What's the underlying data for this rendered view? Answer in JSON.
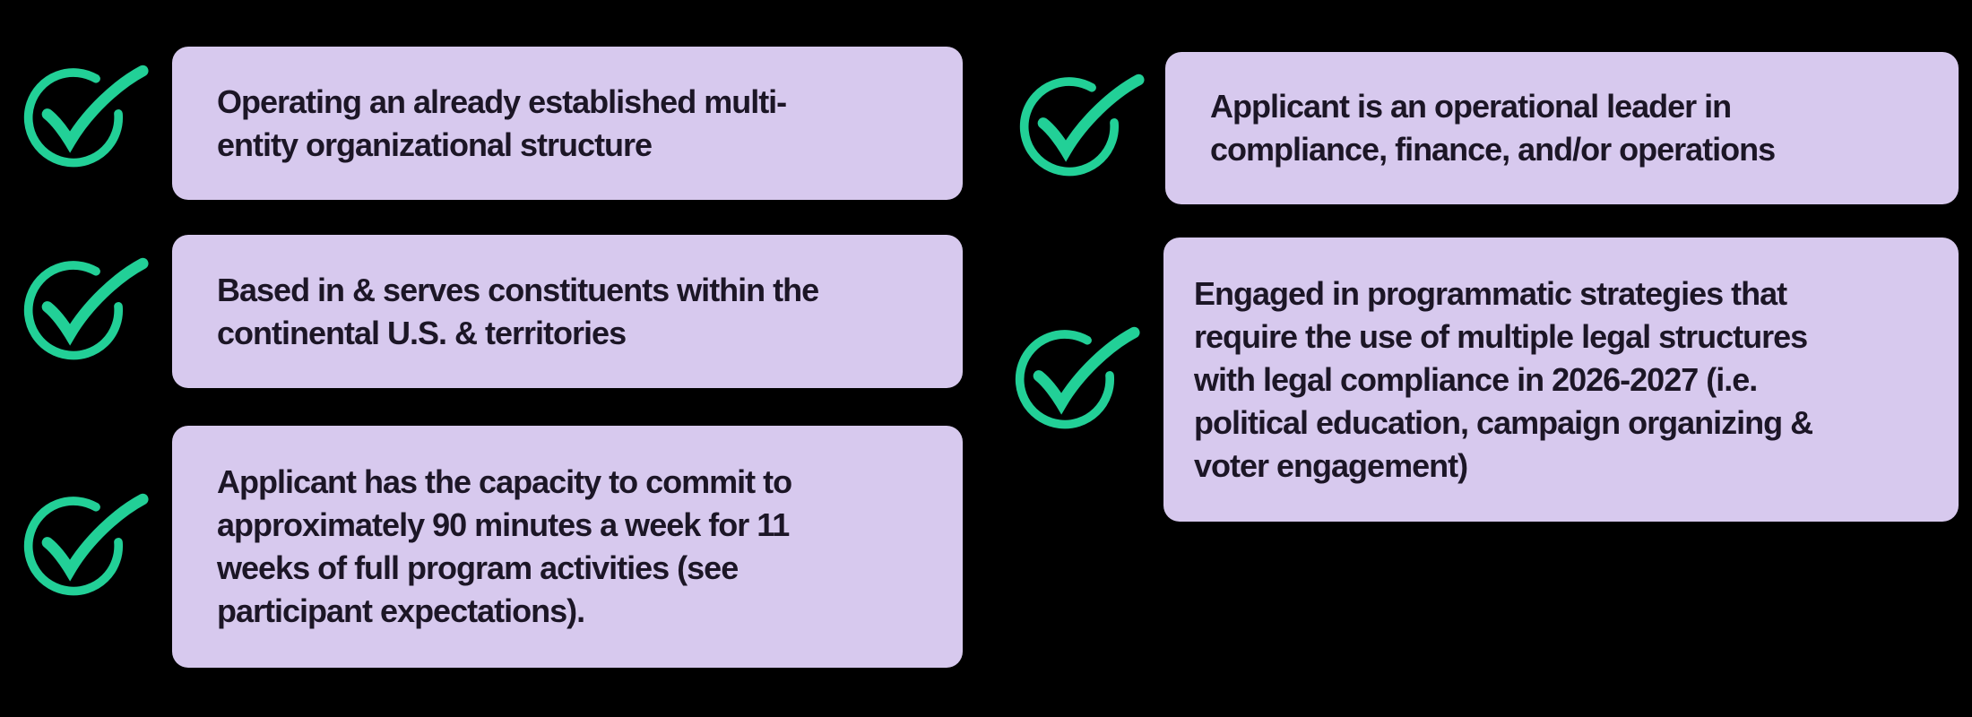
{
  "colors": {
    "canvas_bg": "#000000",
    "card_bg": "#D7C9EE",
    "check_green": "#22D097",
    "text_color": "#1C1626"
  },
  "checklist": {
    "items": [
      {
        "id": "multi-entity-structure",
        "icon": "check-circle-icon",
        "text": "Operating an already established multi-\nentity organizational structure"
      },
      {
        "id": "us-based",
        "icon": "check-circle-icon",
        "text": "Based in & serves constituents within the\ncontinental U.S. & territories"
      },
      {
        "id": "time-commitment",
        "icon": "check-circle-icon",
        "text": "Applicant has the capacity to commit to\napproximately 90 minutes a week for 11\nweeks of full program activities (see\nparticipant expectations)."
      },
      {
        "id": "operational-leader",
        "icon": "check-circle-icon",
        "text": "Applicant is an operational leader in\ncompliance, finance, and/or operations"
      },
      {
        "id": "programmatic-strategies",
        "icon": "check-circle-icon",
        "text": "Engaged in programmatic strategies that\nrequire the use of multiple legal structures\nwith legal compliance in 2026-2027 (i.e.\npolitical education, campaign organizing &\nvoter engagement)"
      }
    ]
  }
}
